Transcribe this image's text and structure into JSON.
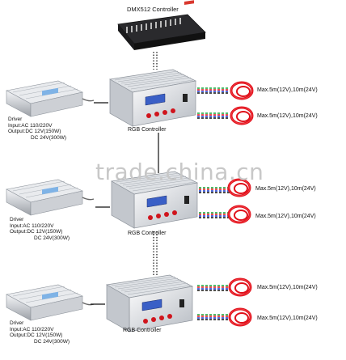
{
  "dmx_controller_label": "DMX512 Controller",
  "watermark": "trade.china.cn",
  "rows": [
    {
      "driver": {
        "title": "Driver",
        "input": "Input:AC 110/220V",
        "output1": "Output:DC 12V(150W)",
        "output2": "DC 24V(300W)"
      },
      "controller_label": "RGB Controller",
      "strips": [
        "Max.5m(12V),10m(24V)",
        "Max.5m(12V),10m(24V)"
      ]
    },
    {
      "driver": {
        "title": "Driver",
        "input": "Input:AC 110/220V",
        "output1": "Output:DC 12V(150W)",
        "output2": "DC 24V(300W)"
      },
      "controller_label": "RGB Controller",
      "strips": [
        "Max.5m(12V),10m(24V)",
        "Max.5m(12V),10m(24V)"
      ]
    },
    {
      "driver": {
        "title": "Driver",
        "input": "Input:AC 110/220V",
        "output1": "Output:DC 12V(150W)",
        "output2": "DC 24V(300W)"
      },
      "controller_label": "RGB Controller",
      "strips": [
        "Max.5m(12V),10m(24V)",
        "Max.5m(12V),10m(24V)"
      ]
    }
  ],
  "colors": {
    "wire_red": "#e8121c",
    "wire_green": "#16a83a",
    "wire_blue": "#1a3fd6",
    "strip": "#e0101a"
  }
}
